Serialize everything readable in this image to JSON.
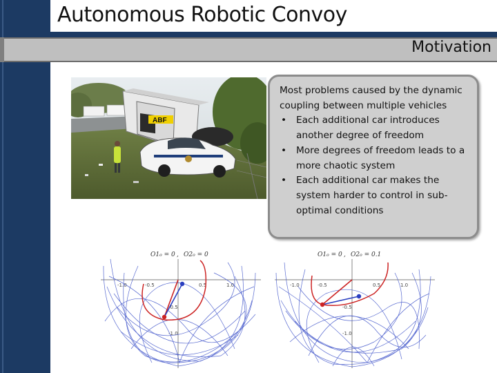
{
  "slide": {
    "title": "Autonomous Robotic Convoy",
    "subtitle": "Motivation"
  },
  "photo": {
    "truck_logo_text": "ABF"
  },
  "callout": {
    "intro": "Most problems caused by the dynamic coupling between multiple vehicles",
    "bullet_glyph": "•",
    "bullets": [
      "Each additional car introduces another degree of freedom",
      "More degrees of freedom leads to a  more chaotic system",
      "Each additional car makes the system harder to control in sub-optimal conditions"
    ]
  },
  "plots": [
    {
      "label_a": "O1₀ = 0",
      "label_b": "O2₀ = 0",
      "separator": ",",
      "x_ticks": [
        "-1.0",
        "-0.5",
        "0.5",
        "1.0"
      ],
      "y_ticks": [
        "-0.5",
        "-1.0"
      ]
    },
    {
      "label_a": "O1₀ = 0",
      "label_b": "O2₀ = 0.1",
      "separator": ",",
      "x_ticks": [
        "-1.0",
        "-0.5",
        "0.5",
        "1.0"
      ],
      "y_ticks": [
        "-0.5",
        "-1.0"
      ]
    }
  ],
  "colors": {
    "navy": "#1c3a63",
    "band_gray": "#bfbfbf",
    "callout_gray": "#cfcfcf",
    "trajectory_blue": "#3a4fc8",
    "pendulum_red": "#cc2222"
  }
}
